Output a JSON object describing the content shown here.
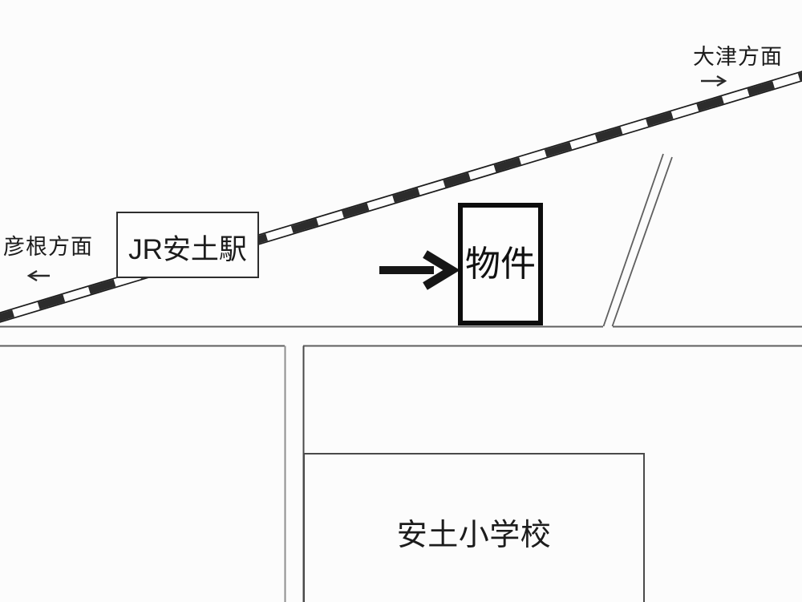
{
  "labels": {
    "otsu_direction": "大津方面",
    "hikone_direction": "彦根方面"
  },
  "station": {
    "name": "JR安土駅"
  },
  "property": {
    "name": "物件"
  },
  "school": {
    "name": "安土小学校"
  },
  "colors": {
    "background": "#fcfcfc",
    "road_line": "#5f5f5f",
    "rail_outline": "#1d1d1d",
    "rail_segment": "#2c2c2c",
    "property_border": "#0d0d0d",
    "text": "#1c1c1c"
  }
}
